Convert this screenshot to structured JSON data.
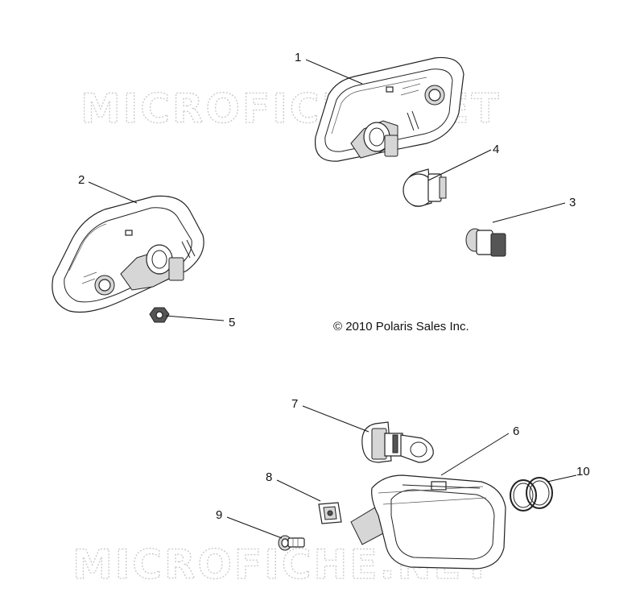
{
  "watermarks": [
    {
      "text": "MICROFICHE.NET"
    },
    {
      "text": "MICROFICHE.NET"
    }
  ],
  "copyright": "© 2010 Polaris Sales Inc.",
  "callouts": [
    {
      "id": "1",
      "label": "1"
    },
    {
      "id": "2",
      "label": "2"
    },
    {
      "id": "3",
      "label": "3"
    },
    {
      "id": "4",
      "label": "4"
    },
    {
      "id": "5",
      "label": "5"
    },
    {
      "id": "6",
      "label": "6"
    },
    {
      "id": "7",
      "label": "7"
    },
    {
      "id": "8",
      "label": "8"
    },
    {
      "id": "9",
      "label": "9"
    },
    {
      "id": "10",
      "label": "10"
    }
  ],
  "parts": [
    {
      "callout": "1",
      "icon": "taillight-assembly-right-icon"
    },
    {
      "callout": "2",
      "icon": "taillight-assembly-left-icon"
    },
    {
      "callout": "3",
      "icon": "bulb-socket-icon"
    },
    {
      "callout": "4",
      "icon": "wedge-bulb-icon"
    },
    {
      "callout": "5",
      "icon": "nut-icon"
    },
    {
      "callout": "6",
      "icon": "headlight-housing-icon"
    },
    {
      "callout": "7",
      "icon": "headlight-bulb-icon"
    },
    {
      "callout": "8",
      "icon": "clip-nut-icon"
    },
    {
      "callout": "9",
      "icon": "screw-icon"
    },
    {
      "callout": "10",
      "icon": "o-ring-seal-icon"
    }
  ]
}
